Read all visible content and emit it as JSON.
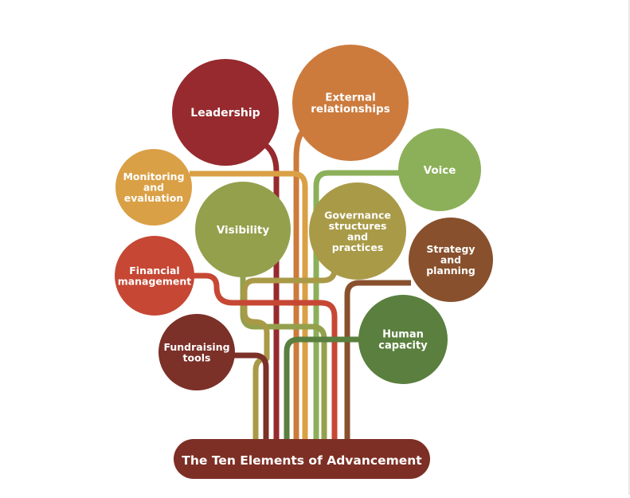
{
  "title": "The Ten Elements of Advancement",
  "elements": [
    {
      "id": "leadership",
      "lines": [
        "Leadership"
      ],
      "color": "#962a2e"
    },
    {
      "id": "external-relationships",
      "lines": [
        "External",
        "relationships"
      ],
      "color": "#cc7b3d"
    },
    {
      "id": "voice",
      "lines": [
        "Voice"
      ],
      "color": "#8cb059"
    },
    {
      "id": "monitoring-evaluation",
      "lines": [
        "Monitoring",
        "and",
        "evaluation"
      ],
      "color": "#daa045"
    },
    {
      "id": "visibility",
      "lines": [
        "Visibility"
      ],
      "color": "#94a04c"
    },
    {
      "id": "governance",
      "lines": [
        "Governance",
        "structures",
        "and",
        "practices"
      ],
      "color": "#a99a47"
    },
    {
      "id": "strategy-planning",
      "lines": [
        "Strategy",
        "and",
        "planning"
      ],
      "color": "#88502c"
    },
    {
      "id": "financial-management",
      "lines": [
        "Financial",
        "management"
      ],
      "color": "#c64734"
    },
    {
      "id": "human-capacity",
      "lines": [
        "Human",
        "capacity"
      ],
      "color": "#5a7f3e"
    },
    {
      "id": "fundraising-tools",
      "lines": [
        "Fundraising",
        "tools"
      ],
      "color": "#7b3028"
    }
  ],
  "colors": {
    "title_bg": "#7d2f25",
    "text": "#ffffff"
  }
}
